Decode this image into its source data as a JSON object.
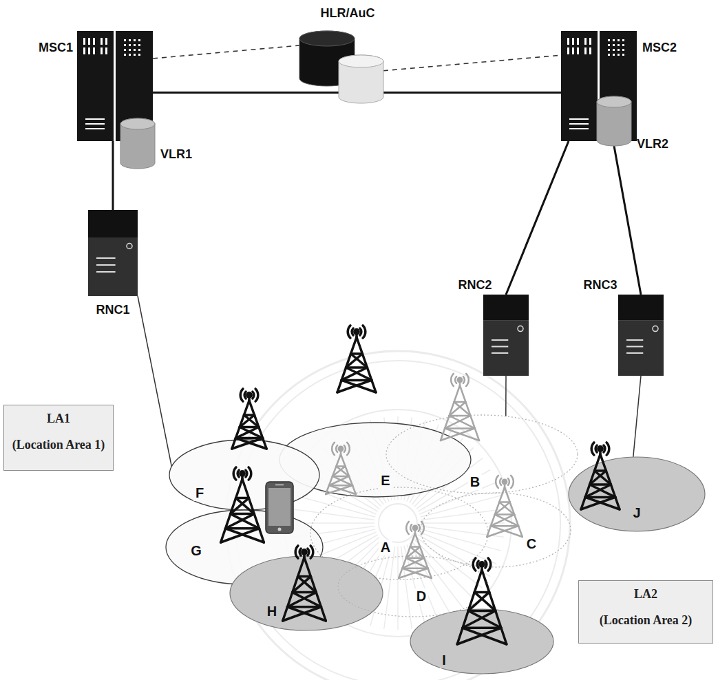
{
  "diagram": {
    "nodes": [
      {
        "text": [
          "HLR/AuC"
        ]
      },
      {
        "text": [
          "MSC1"
        ]
      },
      {
        "text": [
          "MSC2"
        ]
      },
      {
        "text": [
          "VLR1"
        ]
      },
      {
        "text": [
          "VLR2"
        ]
      },
      {
        "text": [
          "RNC2"
        ]
      },
      {
        "text": [
          "RNC3"
        ]
      },
      {
        "text": [
          "RNC1"
        ]
      },
      {
        "text": [
          "E"
        ]
      },
      {
        "text": [
          "F"
        ]
      },
      {
        "text": [
          "B"
        ]
      },
      {
        "text": [
          "LA1",
          "(Location Area 1)"
        ]
      },
      {
        "text": [
          "G"
        ]
      },
      {
        "text": [
          "A"
        ]
      },
      {
        "text": [
          "C"
        ]
      },
      {
        "text": [
          "J"
        ]
      },
      {
        "text": [
          "H"
        ]
      },
      {
        "text": [
          "D"
        ]
      },
      {
        "text": [
          "LA2",
          "(Location Area 2)"
        ]
      },
      {
        "text": [
          "I"
        ]
      }
    ],
    "edges": [
      {
        "from": 1,
        "to": 0,
        "arrow": "none"
      },
      {
        "from": 0,
        "to": 2,
        "arrow": "none"
      },
      {
        "from": 1,
        "to": 2,
        "arrow": "none"
      },
      {
        "from": 1,
        "to": 7,
        "arrow": "none"
      },
      {
        "from": 2,
        "to": 5,
        "arrow": "none"
      },
      {
        "from": 4,
        "to": 6,
        "arrow": "none"
      },
      {
        "from": 7,
        "to": 9,
        "arrow": "none"
      },
      {
        "from": 5,
        "to": 10,
        "arrow": "none"
      },
      {
        "from": 6,
        "to": 15,
        "arrow": "none"
      }
    ]
  }
}
